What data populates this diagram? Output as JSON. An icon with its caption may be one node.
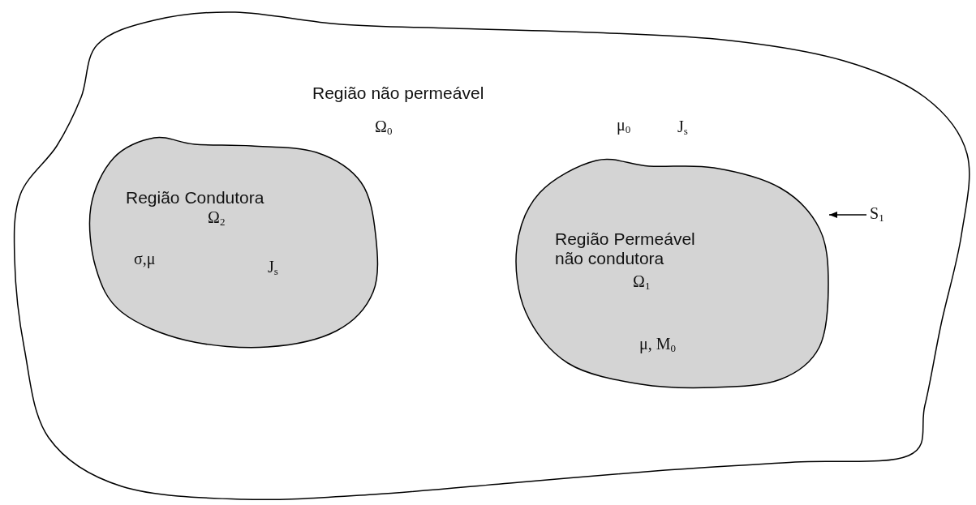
{
  "diagram": {
    "nodes": [
      {
        "text": [
          "Região não permeável",
          "Ω$_{0}$",
          "μ$_{0}$",
          "J$_{s}$"
        ]
      },
      {
        "text": [
          "Região Condutora",
          "Ω$_{2}$",
          "σ,μ",
          "J$_{s}$"
        ],
        "in": 0
      },
      {
        "text": [
          "Região Permeável não condutora",
          "Ω$_{1}$",
          "μ, M$_{0}$"
        ],
        "in": 0
      },
      {
        "text": [
          "S$_{1}$"
        ],
        "in": 0
      }
    ],
    "edges": [
      {
        "from": 3,
        "to": 2,
        "arrow": "to"
      }
    ]
  }
}
